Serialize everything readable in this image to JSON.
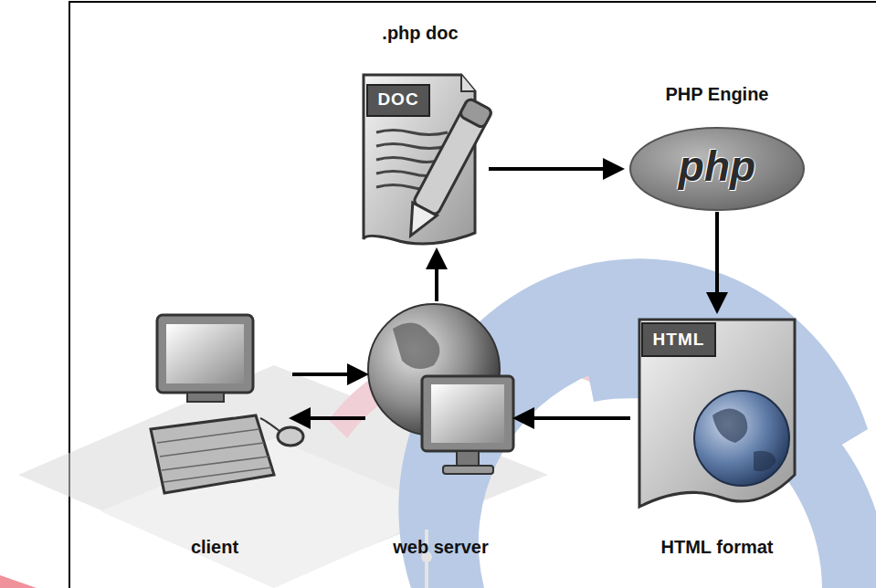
{
  "diagram": {
    "nodes": [
      {
        "text": [
          ".php doc",
          "DOC"
        ]
      },
      {
        "text": [
          "PHP Engine",
          "php"
        ]
      },
      {
        "text": [
          "client"
        ]
      },
      {
        "text": [
          "web server"
        ]
      },
      {
        "text": [
          "HTML",
          "HTML format"
        ]
      }
    ],
    "edges": [
      {
        "from": 2,
        "to": 3,
        "arrow": "to"
      },
      {
        "from": 3,
        "to": 2,
        "arrow": "to"
      },
      {
        "from": 3,
        "to": 0,
        "arrow": "to"
      },
      {
        "from": 0,
        "to": 1,
        "arrow": "to"
      },
      {
        "from": 1,
        "to": 4,
        "arrow": "to"
      },
      {
        "from": 4,
        "to": 3,
        "arrow": "to"
      }
    ]
  }
}
